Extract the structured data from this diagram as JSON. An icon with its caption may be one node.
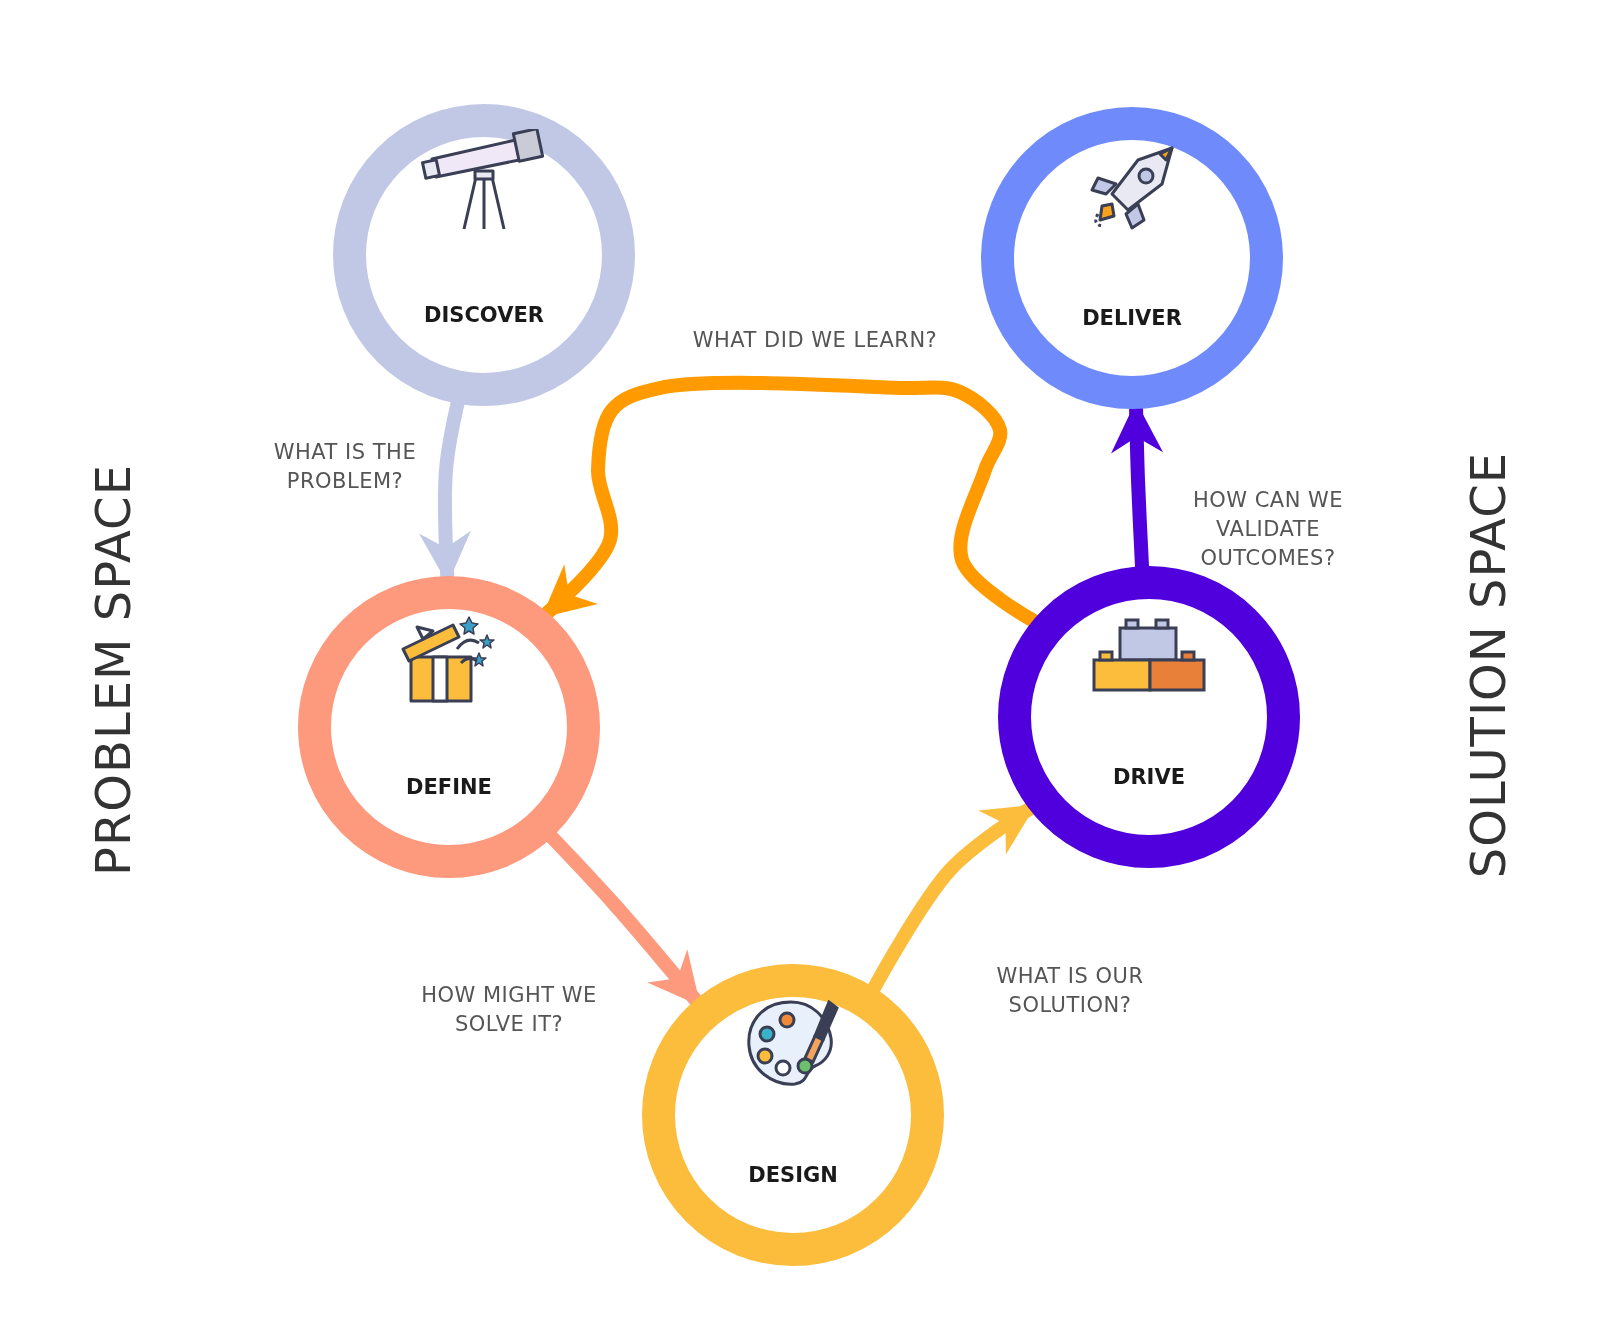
{
  "diagram": {
    "nodes": [
      {
        "text": [
          "DISCOVER"
        ]
      },
      {
        "text": [
          "DEFINE"
        ]
      },
      {
        "text": [
          "DESIGN"
        ]
      },
      {
        "text": [
          "DRIVE"
        ]
      },
      {
        "text": [
          "DELIVER"
        ]
      }
    ],
    "edges": [
      {
        "from": 0,
        "to": 1,
        "arrow": "to",
        "label": "WHAT IS THE PROBLEM?",
        "color": "#c0c8e6"
      },
      {
        "from": 1,
        "to": 2,
        "arrow": "to",
        "label": "HOW MIGHT WE SOLVE IT?",
        "color": "#fd9a7e"
      },
      {
        "from": 2,
        "to": 3,
        "arrow": "to",
        "label": "WHAT IS OUR SOLUTION?",
        "color": "#fbbd3b"
      },
      {
        "from": 3,
        "to": 4,
        "arrow": "to",
        "label": "HOW CAN WE VALIDATE OUTCOMES?",
        "color": "#5000dc"
      },
      {
        "from": 3,
        "to": 1,
        "arrow": "to",
        "label": "WHAT DID WE LEARN?",
        "color": "#ff9a00"
      }
    ],
    "labels": [
      "PROBLEM SPACE",
      "SOLUTION SPACE"
    ]
  }
}
